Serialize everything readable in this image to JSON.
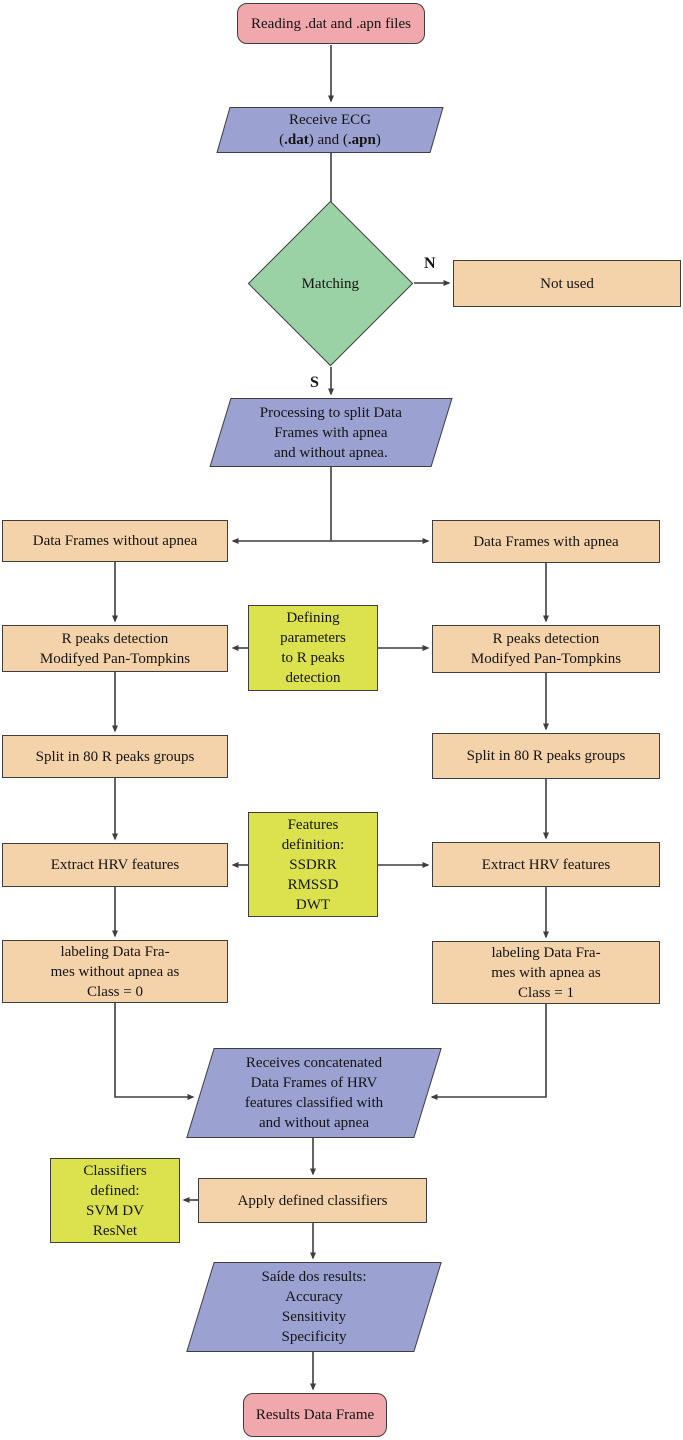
{
  "colors": {
    "pink": "#f0a8ac",
    "purple": "#9ba1d0",
    "green": "#9ad2a5",
    "orange": "#f5d3aa",
    "yellow": "#dce24e",
    "border": "#3e3e3e",
    "arrow": "#3e3e3e"
  },
  "nodes": {
    "start": {
      "label": "Reading .dat and .apn files"
    },
    "receive_ecg": {
      "line1": "Receive ECG",
      "open1": "(",
      "bold1": ".dat",
      "mid": ") and (",
      "bold2": ".apn",
      "close1": ")"
    },
    "matching": {
      "label": "Matching"
    },
    "not_used": {
      "label": "Not used"
    },
    "process_split": {
      "lines": [
        "Processing to split Data",
        "Frames with apnea",
        "and without apnea."
      ]
    },
    "df_without": {
      "label": "Data Frames without apnea"
    },
    "df_with": {
      "label": "Data Frames with apnea"
    },
    "rpeaks_left": {
      "lines": [
        "R peaks detection",
        "Modifyed Pan-Tompkins"
      ]
    },
    "rpeaks_right": {
      "lines": [
        "R peaks detection",
        "Modifyed Pan-Tompkins"
      ]
    },
    "defining_params": {
      "lines": [
        "Defining",
        "parameters",
        "to R peaks",
        "detection"
      ]
    },
    "split_left": {
      "label": "Split in 80 R peaks groups"
    },
    "split_right": {
      "label": "Split in 80 R peaks groups"
    },
    "extract_left": {
      "label": "Extract HRV features"
    },
    "extract_right": {
      "label": "Extract HRV features"
    },
    "features_def": {
      "lines": [
        "Features",
        "definition:",
        "SSDRR",
        "RMSSD",
        "DWT"
      ]
    },
    "label_without": {
      "lines": [
        "labeling Data Fra-",
        "mes without apnea as",
        "Class = 0"
      ]
    },
    "label_with": {
      "lines": [
        "labeling Data Fra-",
        "mes with apnea as",
        "Class = 1"
      ]
    },
    "receives_concat": {
      "lines": [
        "Receives concatenated",
        "Data Frames of HRV",
        "features classified with",
        "and without apnea"
      ]
    },
    "classifiers_def": {
      "lines": [
        "Classifiers",
        "defined:",
        "SVM DV",
        "ResNet"
      ]
    },
    "apply_classifiers": {
      "label": "Apply defined classifiers"
    },
    "output_results": {
      "lines": [
        "Saíde dos results:",
        "Accuracy",
        "Sensitivity",
        "Specificity"
      ]
    },
    "end": {
      "label": "Results Data Frame"
    }
  },
  "edge_labels": {
    "no": "N",
    "yes": "S"
  }
}
